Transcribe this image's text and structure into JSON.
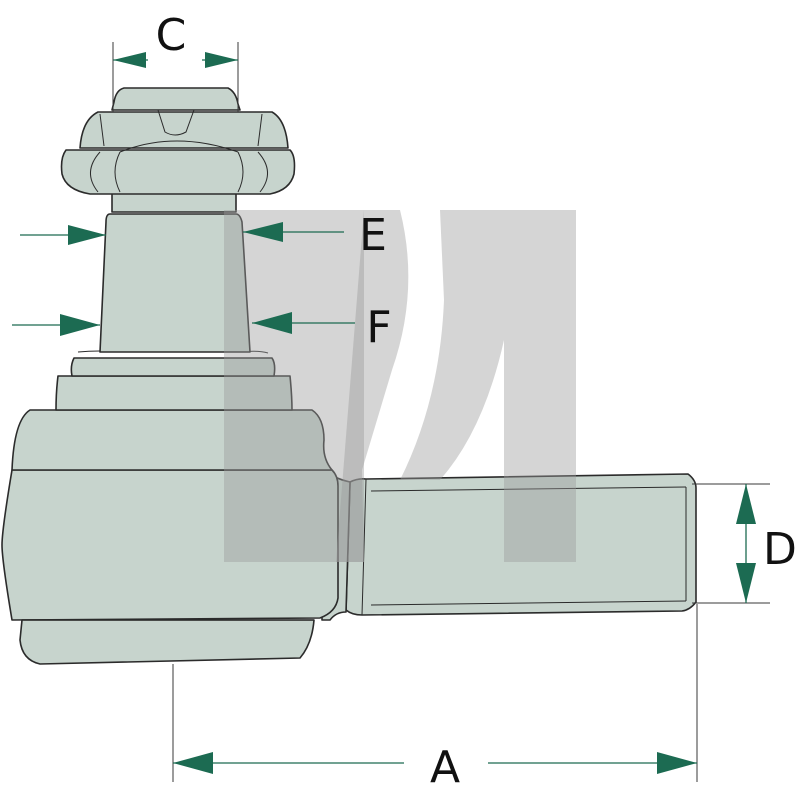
{
  "diagram": {
    "subject": "tie-rod-end-ball-joint",
    "colors": {
      "part_fill": "#c7d4cd",
      "outline": "#2b2b2b",
      "dimension_arrows": "#1c6b52",
      "watermark": "#9a9a9a"
    },
    "dimensions": [
      {
        "id": "A",
        "label": "A"
      },
      {
        "id": "C",
        "label": "C"
      },
      {
        "id": "D",
        "label": "D"
      },
      {
        "id": "E",
        "label": "E"
      },
      {
        "id": "F",
        "label": "F"
      }
    ]
  }
}
